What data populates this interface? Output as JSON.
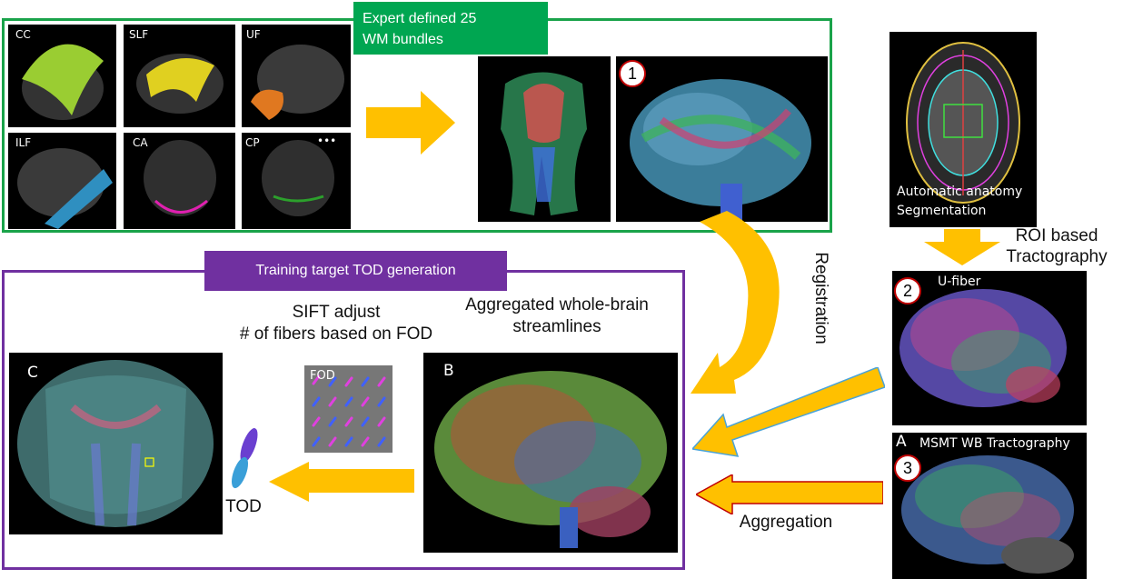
{
  "top_section": {
    "title_line1": "Expert defined 25",
    "title_line2": "WM bundles",
    "bundles": [
      {
        "label": "CC",
        "color": "#9acd32"
      },
      {
        "label": "SLF",
        "color": "#e0d020"
      },
      {
        "label": "UF",
        "color": "#e07820"
      },
      {
        "label": "ILF",
        "color": "#2f8fc0"
      },
      {
        "label": "CA",
        "color": "#e020b0"
      },
      {
        "label": "CP",
        "color": "#2ca02c"
      }
    ],
    "more_marker": "•••"
  },
  "steps": {
    "one": "1",
    "two": "2",
    "three": "3"
  },
  "right_column": {
    "segmentation_line1": "Automatic anatomy",
    "segmentation_line2": "Segmentation",
    "roi_line1": "ROI based",
    "roi_line2": "Tractography",
    "ufiber_label": "U-fiber",
    "msmt_letter": "A",
    "msmt_label": "MSMT WB Tractography"
  },
  "arrows": {
    "registration": "Registration",
    "aggregation": "Aggregation"
  },
  "bottom_section": {
    "title": "Training target TOD generation",
    "sift_line1": "SIFT adjust",
    "sift_line2": "# of fibers based on FOD",
    "aggregated_line1": "Aggregated whole-brain",
    "aggregated_line2": "streamlines",
    "panel_b_letter": "B",
    "panel_c_letter": "C",
    "fod_label": "FOD",
    "tod_label": "TOD"
  },
  "colors": {
    "green_frame": "#1aa34a",
    "purple_frame": "#7030a0",
    "arrow_fill": "#ffc000",
    "step_ring": "#c00000"
  }
}
